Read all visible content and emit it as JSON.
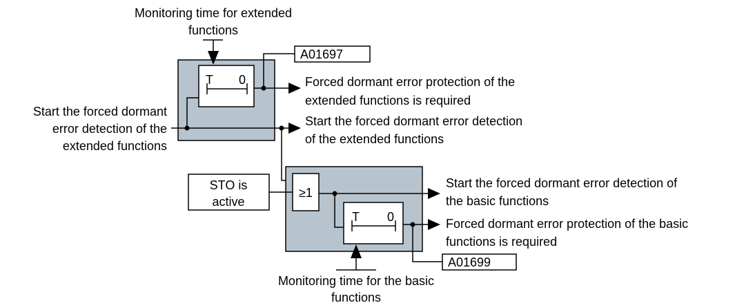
{
  "upper": {
    "monitor_label": [
      "Monitoring time for extended",
      "functions"
    ],
    "alarm": "A01697",
    "timer_t": "T",
    "timer_0": "0",
    "output_required": [
      "Forced dormant error protection of the",
      "extended functions is required"
    ],
    "input_start": [
      "Start the forced dormant",
      "error detection of the",
      "extended functions"
    ],
    "output_start": [
      "Start the forced dormant error detection",
      "of the extended functions"
    ]
  },
  "lower": {
    "sto_label": [
      "STO is",
      "active"
    ],
    "or_gate": "≥1",
    "timer_t": "T",
    "timer_0": "0",
    "output_start": [
      "Start the forced dormant error detection of",
      "the basic functions"
    ],
    "output_required": [
      "Forced dormant error protection of the basic",
      "functions is required"
    ],
    "alarm": "A01699",
    "monitor_label": [
      "Monitoring time for the basic",
      "functions"
    ]
  },
  "colors": {
    "block_fill": "#b7c3cd",
    "line": "#000000"
  }
}
